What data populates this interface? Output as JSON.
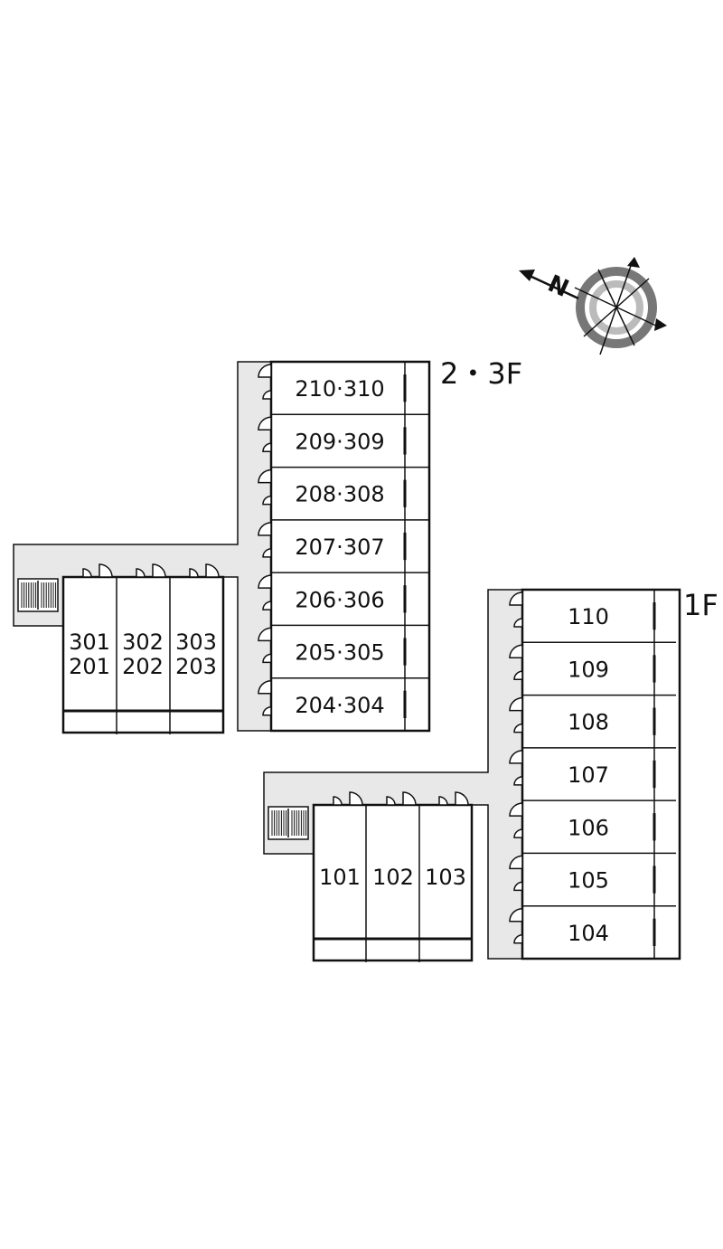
{
  "floors": {
    "upper": {
      "label": "2・3F",
      "stacked_rooms": [
        {
          "top": "210",
          "bottom": "310"
        },
        {
          "top": "209",
          "bottom": "309"
        },
        {
          "top": "208",
          "bottom": "308"
        },
        {
          "top": "207",
          "bottom": "307"
        },
        {
          "top": "206",
          "bottom": "306"
        },
        {
          "top": "205",
          "bottom": "305"
        },
        {
          "top": "204",
          "bottom": "304"
        }
      ],
      "stacked_separator": "·",
      "wing_rooms": [
        {
          "upper": "301",
          "lower": "201"
        },
        {
          "upper": "302",
          "lower": "202"
        },
        {
          "upper": "303",
          "lower": "203"
        }
      ]
    },
    "ground": {
      "label": "1F",
      "rooms": [
        "110",
        "109",
        "108",
        "107",
        "106",
        "105",
        "104"
      ],
      "wing_rooms": [
        "101",
        "102",
        "103"
      ]
    }
  },
  "compass": {
    "north_letter": "N",
    "colors": {
      "outer_ring": "#777777",
      "inner_ring": "#bbbbbb"
    }
  }
}
